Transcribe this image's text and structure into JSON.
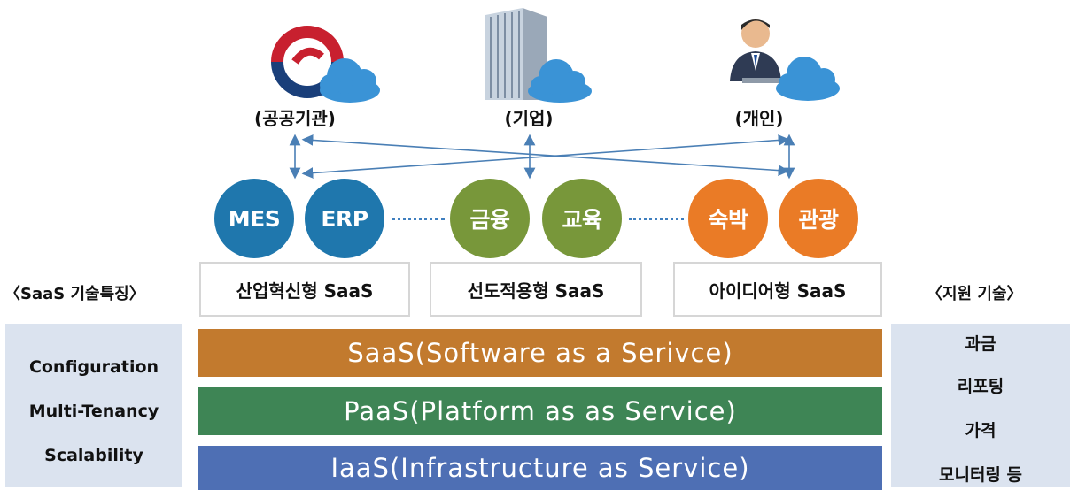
{
  "actors": [
    {
      "id": "public",
      "label": "(공공기관)"
    },
    {
      "id": "company",
      "label": "(기업)"
    },
    {
      "id": "person",
      "label": "(개인)"
    }
  ],
  "services": [
    {
      "label": "MES",
      "color": "#1f77ad"
    },
    {
      "label": "ERP",
      "color": "#1f77ad"
    },
    {
      "label": "금융",
      "color": "#78973a"
    },
    {
      "label": "교육",
      "color": "#78973a"
    },
    {
      "label": "숙박",
      "color": "#ea7b26"
    },
    {
      "label": "관광",
      "color": "#ea7b26"
    }
  ],
  "saas_types": [
    {
      "label": "산업혁신형  SaaS"
    },
    {
      "label": "선도적용형  SaaS"
    },
    {
      "label": "아이디어형  SaaS"
    }
  ],
  "left_panel": {
    "heading": "〈SaaS 기술특징〉",
    "items": [
      "Configuration",
      "Multi-Tenancy",
      "Scalability"
    ]
  },
  "right_panel": {
    "heading": "〈지원 기술〉",
    "items": [
      "과금",
      "리포팅",
      "가격",
      "모니터링 등"
    ]
  },
  "layers": [
    {
      "label": "SaaS(Software  as  a  Serivce)",
      "color": "#c27a2e"
    },
    {
      "label": "PaaS(Platform  as  as  Service)",
      "color": "#3e8555"
    },
    {
      "label": "IaaS(Infrastructure  as  Service)",
      "color": "#4e6fb4"
    }
  ],
  "icons": {
    "public": "government-logo-cloud-icon",
    "company": "building-cloud-icon",
    "person": "businessman-laptop-cloud-icon"
  }
}
